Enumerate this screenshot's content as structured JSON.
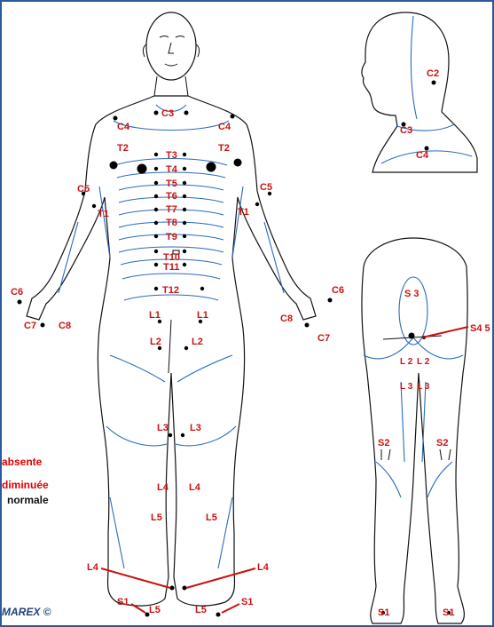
{
  "colors": {
    "frame": "#2a5a9a",
    "dermatome_lines": "#2a6bbf",
    "label": "#cc1111"
  },
  "front_labels": {
    "c3": "C3",
    "c4_left": "C4",
    "c4_right": "C4",
    "t2_left": "T2",
    "t2_right": "T2",
    "t3": "T3",
    "t4": "T4",
    "t5": "T5",
    "t6": "T6",
    "t7": "T7",
    "t8": "T8",
    "t9": "T9",
    "t10": "T10",
    "t11": "T11",
    "t12": "T12",
    "c5_left": "C5",
    "c5_right": "C5",
    "t1_left": "T1",
    "t1_right": "T1",
    "c6_left": "C6",
    "c6_right": "C6",
    "c7_left": "C7",
    "c7_right": "C7",
    "c8_left": "C8",
    "c8_right": "C8",
    "l1_left": "L1",
    "l1_right": "L1",
    "l2_left": "L2",
    "l2_right": "L2",
    "l3_left": "L3",
    "l3_right": "L3",
    "l4_left": "L4",
    "l4_right": "L4",
    "l5_left": "L5",
    "l5_right": "L5",
    "l4_foot_left": "L4",
    "l4_foot_right": "L4",
    "s1_left": "S1",
    "s1_right": "S1",
    "l5_foot_left": "L5",
    "l5_foot_right": "L5"
  },
  "head_labels": {
    "c2": "C2",
    "c3": "C3",
    "c4": "C4"
  },
  "back_labels": {
    "s3": "S 3",
    "s45": "S4 5",
    "l2_left": "L 2",
    "l2_right": "L 2",
    "l3_left": "L 3",
    "l3_right": "L 3",
    "s2_left": "S2",
    "s2_right": "S2",
    "s1_left": "S1",
    "s1_right": "S1"
  },
  "legend": {
    "absent": "absente",
    "diminished": "diminuée",
    "normal": "normale"
  },
  "copyright": "MAREX ©"
}
